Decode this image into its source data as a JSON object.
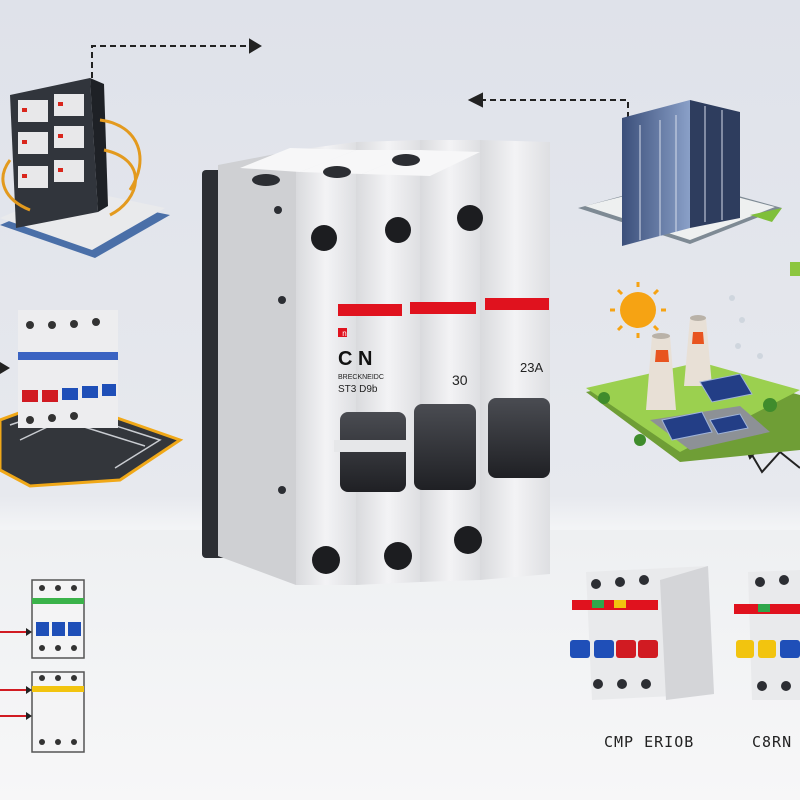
{
  "main_breaker": {
    "logo_glyph": "n",
    "brand": "C N",
    "spec_text": "BRECKNEIDC",
    "sub_text": "ST3 D9b",
    "rating_mid": "30",
    "rating_right": "23A",
    "accent_color": "#e0121e"
  },
  "captions": {
    "left_group": "CMP ERIOB",
    "right_group": "C8RN"
  },
  "colors": {
    "background": "#e3e6ec",
    "breaker_body": "#ececee",
    "toggle": "#2d2f33",
    "red": "#e0121e",
    "blue": "#1f4fb8",
    "yellow": "#f2c40f",
    "green": "#2fa64b",
    "sun": "#f6a313"
  },
  "icons": [
    "server-rack-icon",
    "data-center-icon",
    "sun-icon",
    "cooling-tower-icon",
    "solar-panel-icon",
    "arrow-icon"
  ]
}
